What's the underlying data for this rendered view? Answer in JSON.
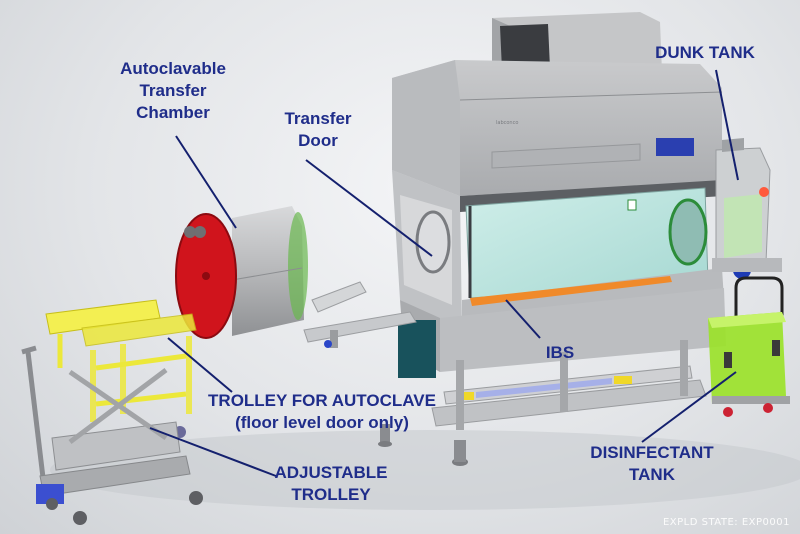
{
  "labels": {
    "autoclavable_transfer_chamber": "Autoclavable\nTransfer\nChamber",
    "transfer_door": "Transfer\nDoor",
    "dunk_tank": "DUNK TANK",
    "ibs": "IBS",
    "trolley_for_autoclave": "TROLLEY FOR AUTOCLAVE\n(floor level door only)",
    "adjustable_trolley": "ADJUSTABLE\nTROLLEY",
    "disinfectant_tank": "DISINFECTANT\nTANK"
  },
  "status": {
    "expld_state": "EXPLD STATE: EXP0001"
  },
  "colors": {
    "label_text": "#1f2d8a",
    "leader_line": "#14206e",
    "chamber_red": "#d0141c",
    "ibs_strip": "#f08a2a",
    "disinfectant_green": "#9be22a",
    "trolley_yellow": "#ece83a",
    "panel_blue": "#2a3fb0"
  }
}
